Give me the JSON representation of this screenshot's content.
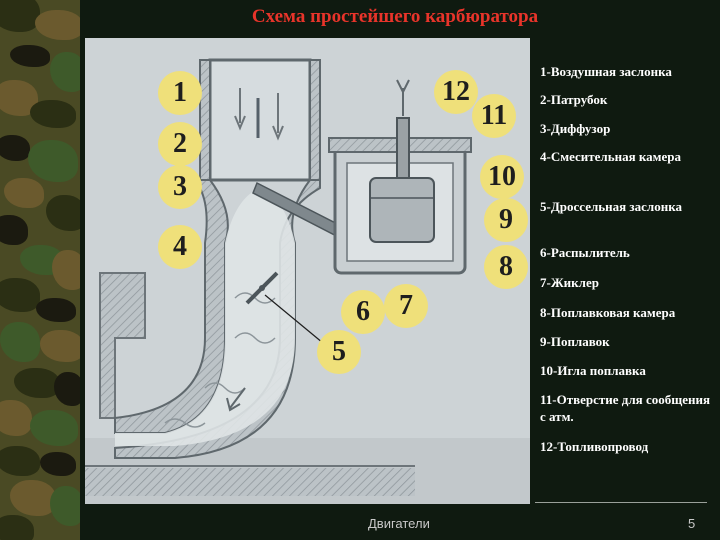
{
  "title": "Схема простейшего карбюратора",
  "callouts": [
    "1",
    "2",
    "3",
    "4",
    "5",
    "6",
    "7",
    "8",
    "9",
    "10",
    "11",
    "12"
  ],
  "legend": [
    "1-Воздушная заслонка",
    "2-Патрубок",
    "3-Диффузор",
    "4-Смесительная камера",
    "5-Дроссельная заслонка",
    "6-Распылитель",
    "7-Жиклер",
    "8-Поплавковая камера",
    "9-Поплавок",
    "10-Игла поплавка",
    "11-Отверстие для сообщения с атм.",
    "12-Топливопровод"
  ],
  "footer": {
    "section": "Двигатели",
    "page": "5"
  },
  "colors": {
    "title": "#e8342a",
    "badge": "#efe07a",
    "background": "#0f1a10",
    "legend_text": "#ffffff"
  }
}
